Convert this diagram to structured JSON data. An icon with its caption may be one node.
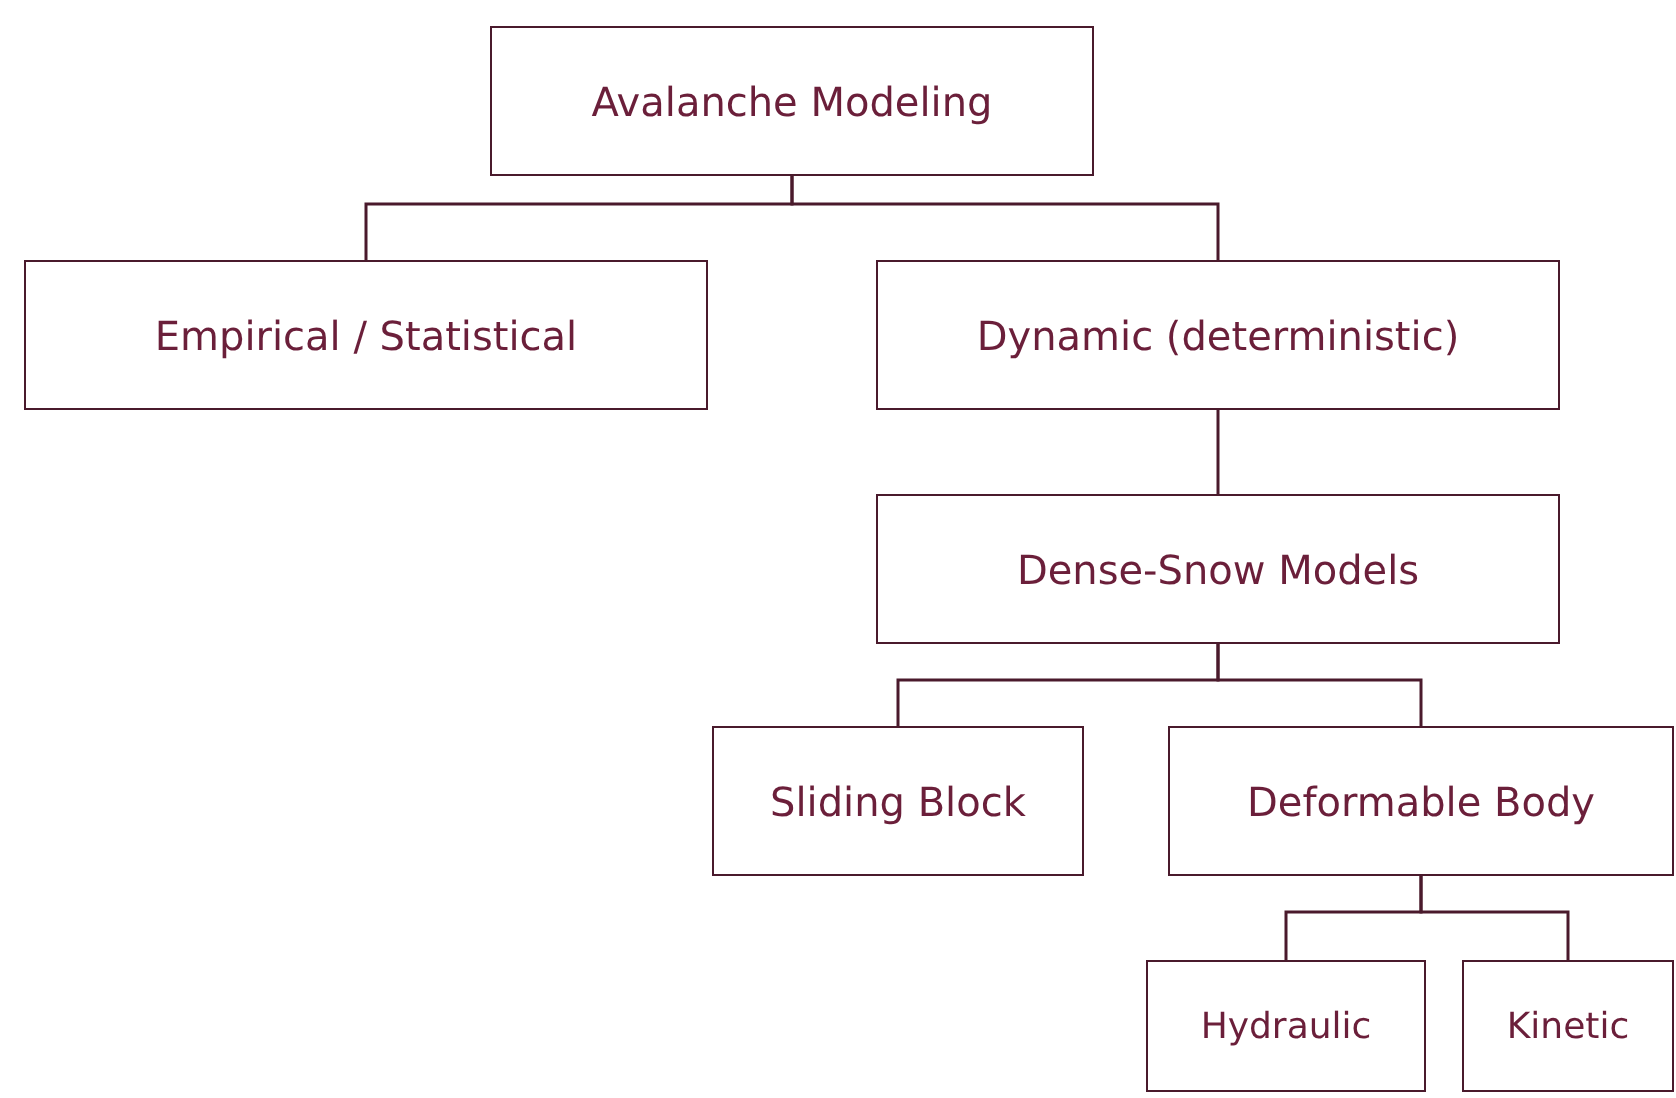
{
  "diagram": {
    "nodes": [
      {
        "text": [
          "Avalanche Modeling"
        ]
      },
      {
        "text": [
          "Empirical / Statistical"
        ]
      },
      {
        "text": [
          "Dynamic (deterministic)"
        ]
      },
      {
        "text": [
          "Dense-Snow Models"
        ]
      },
      {
        "text": [
          "Sliding Block"
        ]
      },
      {
        "text": [
          "Deformable Body"
        ]
      },
      {
        "text": [
          "Hydraulic"
        ]
      },
      {
        "text": [
          "Kinetic"
        ]
      }
    ],
    "edges": [
      {
        "from": 0,
        "to": 1,
        "arrow": "none"
      },
      {
        "from": 0,
        "to": 2,
        "arrow": "none"
      },
      {
        "from": 2,
        "to": 3,
        "arrow": "none"
      },
      {
        "from": 3,
        "to": 4,
        "arrow": "none"
      },
      {
        "from": 3,
        "to": 5,
        "arrow": "none"
      },
      {
        "from": 5,
        "to": 6,
        "arrow": "none"
      },
      {
        "from": 5,
        "to": 7,
        "arrow": "none"
      }
    ]
  }
}
